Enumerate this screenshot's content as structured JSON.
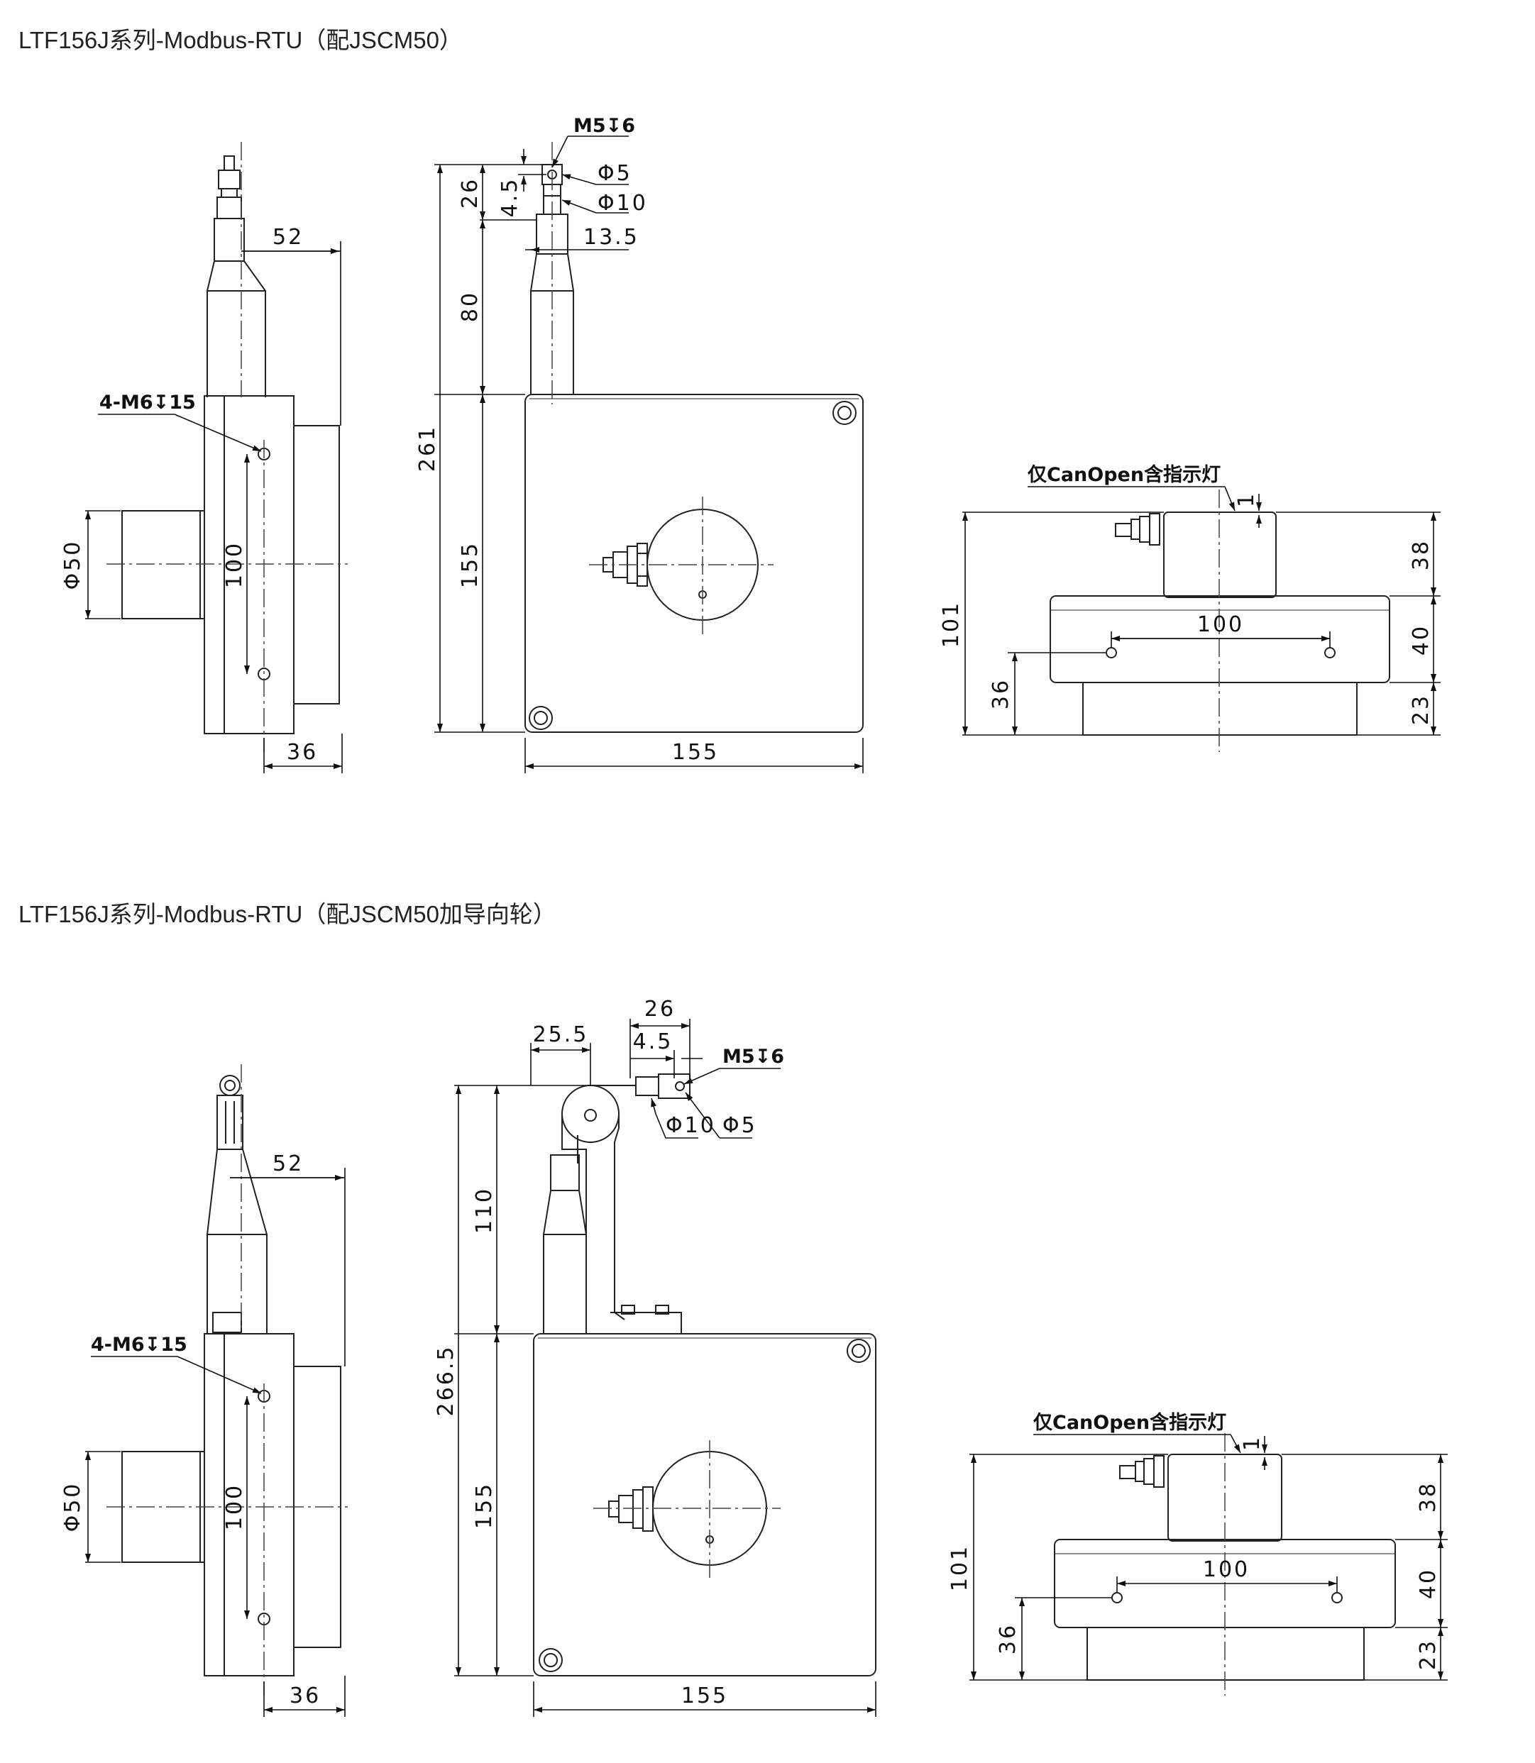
{
  "section1": {
    "title": "LTF156J系列-Modbus-RTU（配JSCM50）",
    "side": {
      "dim_52": "52",
      "thread_note": "4-M6↧15",
      "dim_dia50": "Φ50",
      "dim_100": "100",
      "dim_36": "36"
    },
    "front": {
      "thread_note": "M5↧6",
      "dim_dia5": "Φ5",
      "dim_dia10": "Φ10",
      "dim_13_5": "13.5",
      "dim_26": "26",
      "dim_4_5": "4.5",
      "dim_80": "80",
      "dim_261": "261",
      "dim_155_v": "155",
      "dim_155_h": "155"
    },
    "top": {
      "led_note": "仅CanOpen含指示灯",
      "dim_1": "1",
      "dim_38": "38",
      "dim_101": "101",
      "dim_100": "100",
      "dim_40": "40",
      "dim_36": "36",
      "dim_23": "23"
    }
  },
  "section2": {
    "title": "LTF156J系列-Modbus-RTU（配JSCM50加导向轮）",
    "side": {
      "dim_52": "52",
      "thread_note": "4-M6↧15",
      "dim_dia50": "Φ50",
      "dim_100": "100",
      "dim_36": "36"
    },
    "front": {
      "dim_26": "26",
      "dim_25_5": "25.5",
      "dim_4_5": "4.5",
      "thread_note": "M5↧6",
      "dim_dia10": "Φ10",
      "dim_dia5": "Φ5",
      "dim_110": "110",
      "dim_266_5": "266.5",
      "dim_155_v": "155",
      "dim_155_h": "155"
    },
    "top": {
      "led_note": "仅CanOpen含指示灯",
      "dim_1": "1",
      "dim_38": "38",
      "dim_101": "101",
      "dim_100": "100",
      "dim_40": "40",
      "dim_36": "36",
      "dim_23": "23"
    }
  }
}
